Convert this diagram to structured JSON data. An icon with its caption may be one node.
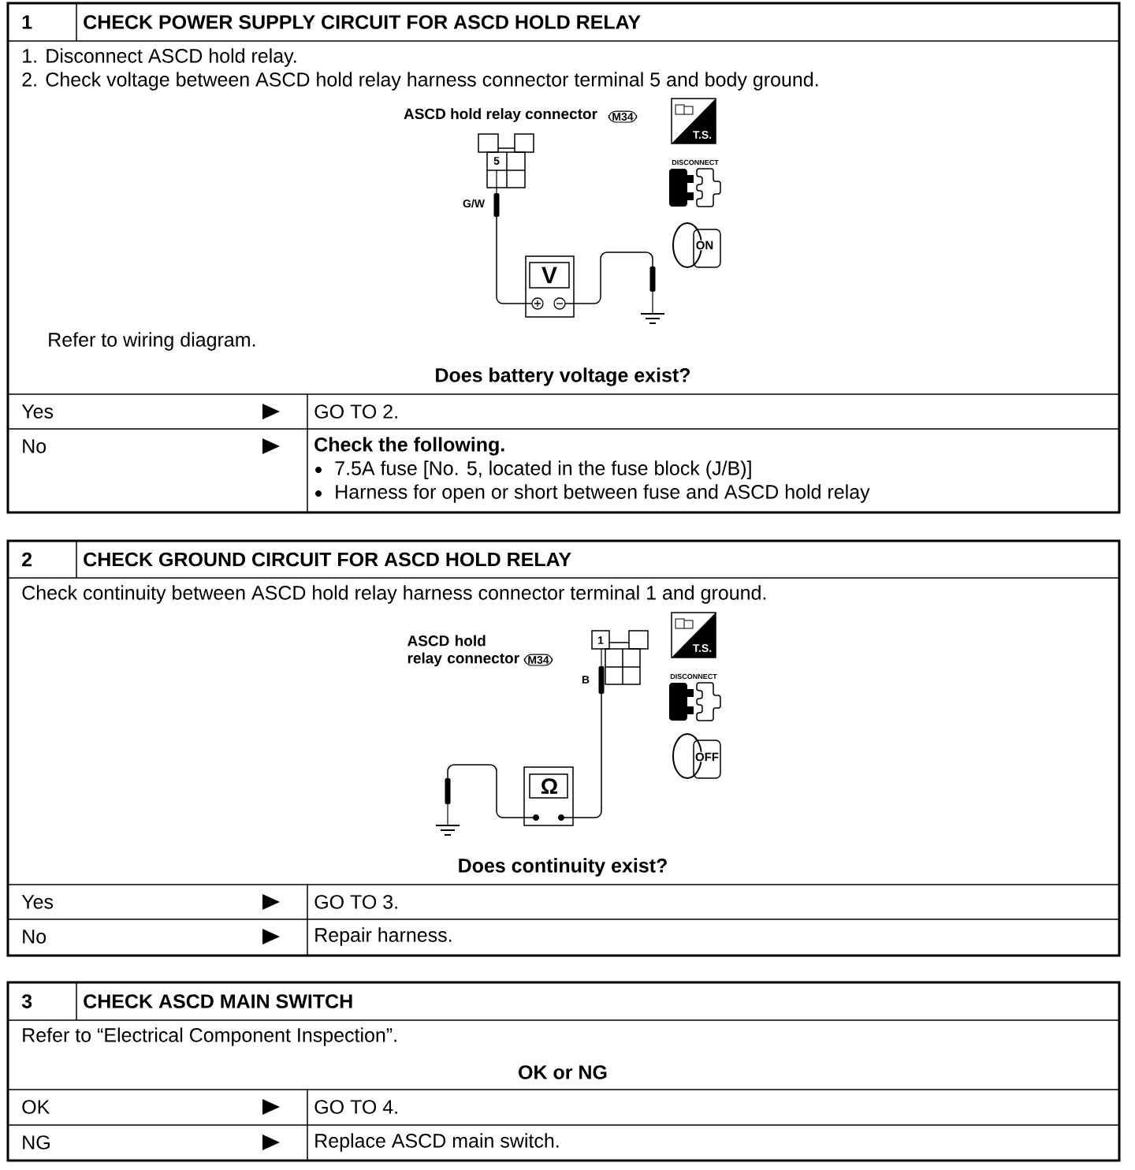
{
  "diagram": {
    "nodes": [
      {
        "text": [
          "1"
        ]
      },
      {
        "text": [
          "CHECK POWER SUPPLY CIRCUIT FOR ASCD HOLD RELAY"
        ]
      },
      {
        "text": [
          "1. Disconnect ASCD hold relay.",
          "2. Check voltage between ASCD hold relay harness connector terminal 5 and body ground.",
          "Refer to wiring diagram.",
          "Does battery voltage exist?"
        ]
      },
      {
        "text": [
          "Yes"
        ]
      },
      {
        "text": [
          "GO TO 2."
        ]
      },
      {
        "text": [
          "No"
        ]
      },
      {
        "text": [
          "Check the following.",
          "7.5A fuse [No. 5, located in the fuse block (J/B)]",
          "Harness for open or short between fuse and ASCD hold relay"
        ]
      },
      {
        "text": [
          "2"
        ]
      },
      {
        "text": [
          "CHECK GROUND CIRCUIT FOR ASCD HOLD RELAY"
        ]
      },
      {
        "text": [
          "Check continuity between ASCD hold relay harness connector terminal 1 and ground.",
          "Does continuity exist?"
        ]
      },
      {
        "text": [
          "Yes"
        ]
      },
      {
        "text": [
          "GO TO 3."
        ]
      },
      {
        "text": [
          "No"
        ]
      },
      {
        "text": [
          "Repair harness."
        ]
      },
      {
        "text": [
          "3"
        ]
      },
      {
        "text": [
          "CHECK ASCD MAIN SWITCH"
        ]
      },
      {
        "text": [
          "Refer to “Electrical Component Inspection”.",
          "OK or NG"
        ]
      },
      {
        "text": [
          "OK"
        ]
      },
      {
        "text": [
          "GO TO 4."
        ]
      },
      {
        "text": [
          "NG"
        ]
      },
      {
        "text": [
          "Replace ASCD main switch."
        ]
      }
    ],
    "labels": [
      "ASCD hold relay connector",
      "M34",
      "T.S.",
      "5",
      "DISCONNECT",
      "G/W",
      "ON",
      "V",
      "ASCD hold relay connector",
      "1",
      "T.S.",
      "M34",
      "B",
      "DISCONNECT",
      "OFF",
      "Ω"
    ]
  }
}
